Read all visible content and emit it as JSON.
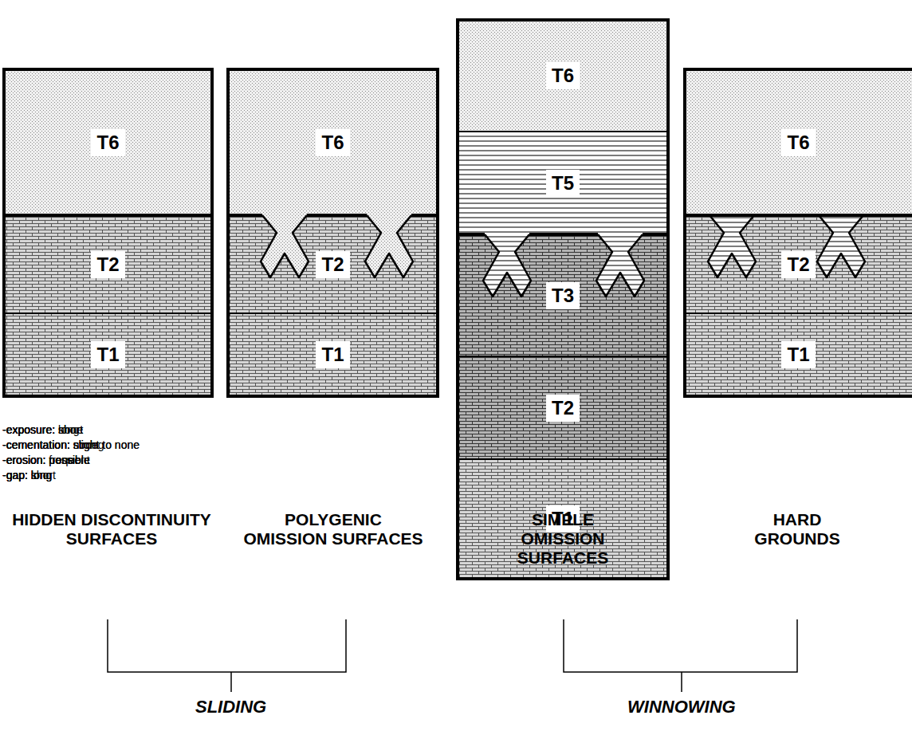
{
  "diagram": {
    "nodes": [
      {
        "text": [
          "T6"
        ]
      },
      {
        "text": [
          "T2"
        ]
      },
      {
        "text": [
          "T1"
        ]
      },
      {
        "text": [
          "T6"
        ]
      },
      {
        "text": [
          "T2"
        ]
      },
      {
        "text": [
          "T1"
        ]
      },
      {
        "text": [
          "T6"
        ]
      },
      {
        "text": [
          "T5"
        ]
      },
      {
        "text": [
          "T3"
        ]
      },
      {
        "text": [
          "T2"
        ]
      },
      {
        "text": [
          "T1"
        ]
      },
      {
        "text": [
          "T6"
        ]
      },
      {
        "text": [
          "T2"
        ]
      },
      {
        "text": [
          "T1"
        ]
      }
    ],
    "labels": [
      "-exposure: none",
      "-cementation: none",
      "-erosion: none",
      "-gap: long",
      "-exposure: short",
      "-cementation: slight to none",
      "-erosion: possible",
      "-gap: long",
      "-exposure: short",
      "-cementation: slight to none",
      "-erosion: possible",
      "-gap: short",
      "-exposure: long",
      "-cementation: strong",
      "-erosion: frequent",
      "-gap: long",
      "HIDDEN DISCONTINUITY SURFACES",
      "POLYGENIC OMISSION SURFACES",
      "SIMPLE OMISSION SURFACES",
      "HARD GROUNDS",
      "SLIDING",
      "WINNOWING"
    ]
  }
}
